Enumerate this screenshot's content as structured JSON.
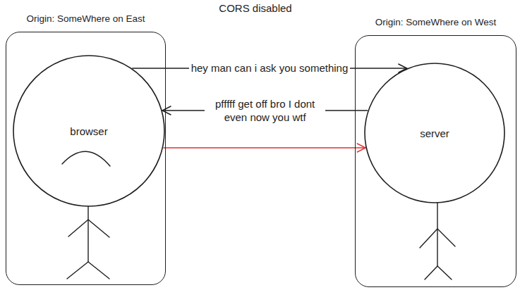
{
  "diagram": {
    "title": "CORS disabled",
    "nodes": [
      {
        "text": [
          "Origin: SomeWhere on East"
        ]
      },
      {
        "text": [
          "browser"
        ],
        "in": 0
      },
      {
        "text": [
          "Origin: SomeWhere on West"
        ]
      },
      {
        "text": [
          "server"
        ],
        "in": 2
      }
    ],
    "edges": [
      {
        "from": 1,
        "to": 3,
        "label": "hey man can i ask you something",
        "arrow": "to"
      },
      {
        "from": 3,
        "to": 1,
        "label": "pfffff get off bro I dont even now you wtf",
        "arrow": "to"
      },
      {
        "from": 1,
        "to": 3,
        "arrow": "to"
      }
    ]
  }
}
